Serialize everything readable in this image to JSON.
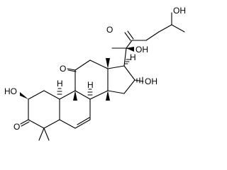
{
  "atoms": {
    "oh_side_chain_end": "OH",
    "o_side_chain_ketone": "O",
    "oh_c20": "OH",
    "o_c11": "O",
    "h_c17": "H",
    "oh_c16": "OH",
    "ho_c2": "HO",
    "h_c10": "H",
    "h_c8": "H",
    "o_c3": "O"
  }
}
